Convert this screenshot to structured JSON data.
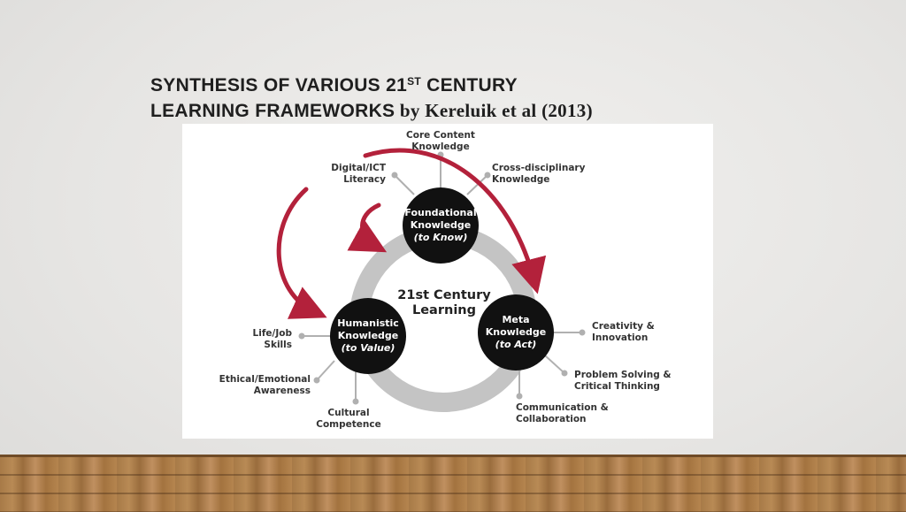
{
  "title": {
    "line1_pre": "SYNTHESIS OF VARIOUS 21",
    "line1_sup": "ST",
    "line1_post": " CENTURY",
    "line2_main": "LEARNING FRAMEWORKS",
    "line2_byline": " by Kereluik et al (2013)"
  },
  "diagram": {
    "center": {
      "line1": "21st Century",
      "line2": "Learning"
    },
    "nodes": {
      "foundational": {
        "line1": "Foundational",
        "line2": "Knowledge",
        "sub": "(to Know)"
      },
      "meta": {
        "line1": "Meta",
        "line2": "Knowledge",
        "sub": "(to Act)"
      },
      "humanistic": {
        "line1": "Humanistic",
        "line2": "Knowledge",
        "sub": "(to Value)"
      }
    },
    "labels": {
      "core_content": [
        "Core Content",
        "Knowledge"
      ],
      "digital_ict": [
        "Digital/ICT",
        "Literacy"
      ],
      "cross_disciplinary": [
        "Cross-disciplinary",
        "Knowledge"
      ],
      "creativity": [
        "Creativity &",
        "Innovation"
      ],
      "problem_solving": [
        "Problem Solving &",
        "Critical Thinking"
      ],
      "communication": [
        "Communication &",
        "Collaboration"
      ],
      "life_job": [
        "Life/Job",
        "Skills"
      ],
      "ethical": [
        "Ethical/Emotional",
        "Awareness"
      ],
      "cultural": [
        "Cultural",
        "Competence"
      ]
    },
    "colors": {
      "node_fill": "#111111",
      "ring": "#c4c4c4",
      "arrow": "#b3213b",
      "connector": "#b0b0b0"
    }
  }
}
